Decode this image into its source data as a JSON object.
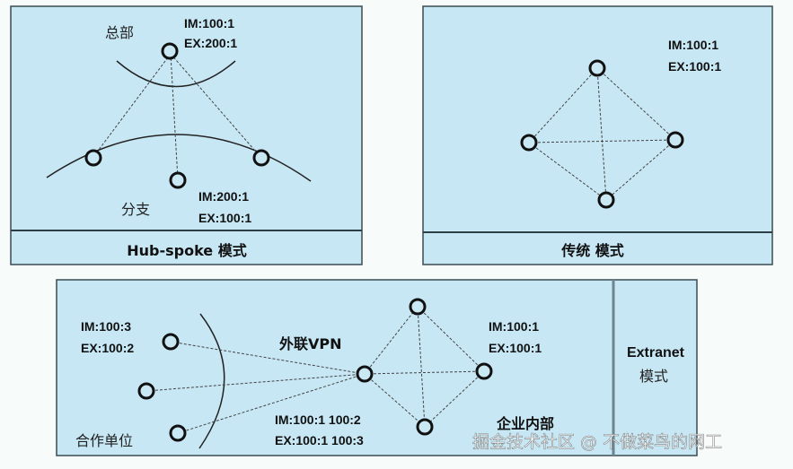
{
  "panels": {
    "hub_spoke": {
      "caption": "Hub-spoke 模式",
      "hq_label": "总部",
      "hq_ratio_im": "IM:100:1",
      "hq_ratio_ex": "EX:200:1",
      "branch_label": "分支",
      "branch_ratio_im": "IM:200:1",
      "branch_ratio_ex": "EX:100:1"
    },
    "traditional": {
      "caption": "传统 模式",
      "ratio_im": "IM:100:1",
      "ratio_ex": "EX:100:1"
    },
    "extranet": {
      "caption_line1": "Extranet",
      "caption_line2": "模式",
      "partner_label": "合作单位",
      "partner_ratio_im": "IM:100:3",
      "partner_ratio_ex": "EX:100:2",
      "vpn_label": "外联VPN",
      "vpn_ratio_im": "IM:100:1 100:2",
      "vpn_ratio_ex": "EX:100:1 100:3",
      "internal_label": "企业内部",
      "internal_ratio_im": "IM:100:1",
      "internal_ratio_ex": "EX:100:1"
    }
  },
  "watermark": "掘金技术社区 @ 不做菜鸟的网工",
  "colors": {
    "panel_fill": "#c7e7f4",
    "panel_border": "#3a4a52",
    "background": "#f7fbf9"
  }
}
